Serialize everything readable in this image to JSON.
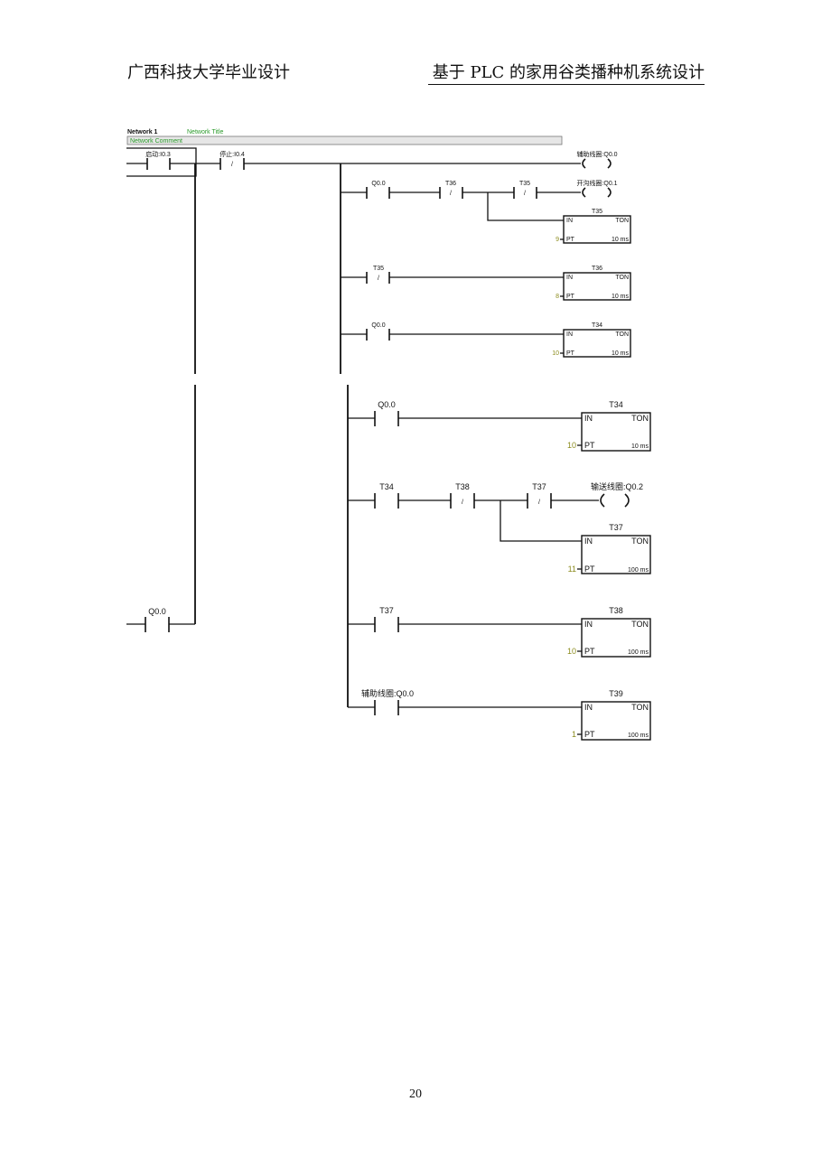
{
  "header": {
    "left": "广西科技大学毕业设计",
    "right": "基于 PLC 的家用谷类播种机系统设计"
  },
  "page_number": "20",
  "figure_top": {
    "network_label": "Network 1",
    "network_title": "Network Title",
    "network_comment": "Network Comment",
    "contacts": {
      "start": "启动:I0.3",
      "stop": "停止:I0.4",
      "r2_c1": "Q0.0",
      "r2_c2": "T36",
      "r2_c3": "T35",
      "r3_c1": "T35",
      "r4_c1": "Q0.0"
    },
    "coils": {
      "aux": "辅助线圈:Q0.0",
      "trench": "开沟线圈:Q0.1"
    },
    "timers": [
      {
        "name": "T35",
        "in": "IN",
        "type": "TON",
        "pt_label": "PT",
        "pt_value": "9",
        "base": "10 ms"
      },
      {
        "name": "T36",
        "in": "IN",
        "type": "TON",
        "pt_label": "PT",
        "pt_value": "8",
        "base": "10 ms"
      },
      {
        "name": "T34",
        "in": "IN",
        "type": "TON",
        "pt_label": "PT",
        "pt_value": "10",
        "base": "10 ms"
      }
    ]
  },
  "figure_bottom": {
    "contacts": {
      "left_hold": "Q0.0",
      "r1_c1": "Q0.0",
      "r2_c1": "T34",
      "r2_c2": "T38",
      "r2_c3": "T37",
      "r3_c1": "T37",
      "r4_c1": "辅助线圈:Q0.0"
    },
    "coils": {
      "convey": "输送线圈:Q0.2"
    },
    "timers": [
      {
        "name": "T34",
        "in": "IN",
        "type": "TON",
        "pt_label": "PT",
        "pt_value": "10",
        "base": "10 ms"
      },
      {
        "name": "T37",
        "in": "IN",
        "type": "TON",
        "pt_label": "PT",
        "pt_value": "11",
        "base": "100 ms"
      },
      {
        "name": "T38",
        "in": "IN",
        "type": "TON",
        "pt_label": "PT",
        "pt_value": "10",
        "base": "100 ms"
      },
      {
        "name": "T39",
        "in": "IN",
        "type": "TON",
        "pt_label": "PT",
        "pt_value": "1",
        "base": "100 ms"
      }
    ]
  },
  "nc_mark": "/"
}
